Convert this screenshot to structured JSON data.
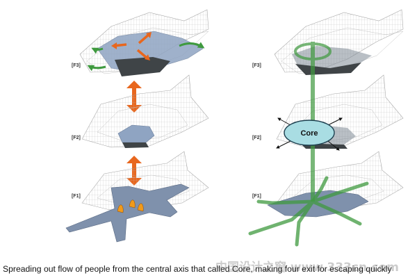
{
  "floors": {
    "left": [
      "[F3]",
      "[F2]",
      "[F1]"
    ],
    "right": [
      "[F3]",
      "[F2]",
      "[F1]"
    ]
  },
  "core_label": "Core",
  "caption": "Spreading out flow of people from the central axis that called Core, making four exit for escaping quickly",
  "watermark": "中国设计之窗 www.333cn.com",
  "colors": {
    "orange_arrow": "#e8671e",
    "green_path": "#3f9a3f",
    "core_fill": "#a9dde3",
    "core_stroke": "#1d3f4f",
    "floor_blue": "#8fa4c2",
    "slab_dark": "#3f4447",
    "wireframe": "#b7b7b7"
  },
  "icons": [
    "up-down-arrow-icon",
    "exit-arrow-icon",
    "person-icon"
  ]
}
